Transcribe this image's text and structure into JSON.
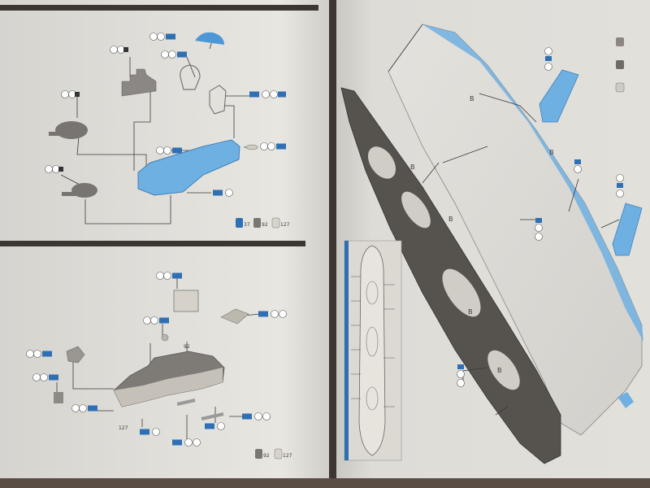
{
  "image_type": "photo of an open model-kit instruction booklet",
  "colors": {
    "page_left": "#e7e5e0",
    "page_right": "#dcdad5",
    "spine": "#3b3632",
    "accent_blue": "#5fa6d8",
    "part_grey": "#8a8784",
    "paint_chip_blue": "#2f6fb3",
    "paint_chip_grey": "#7a7672"
  },
  "top_left": {
    "paint_legend": [
      "37",
      "92",
      "127"
    ]
  },
  "bottom_left": {
    "paint_legend": [
      "92",
      "127"
    ],
    "part_numbers": [
      "92",
      "127"
    ]
  },
  "right": {
    "part_labels": [
      "B",
      "B",
      "B",
      "B",
      "B",
      "B"
    ]
  }
}
